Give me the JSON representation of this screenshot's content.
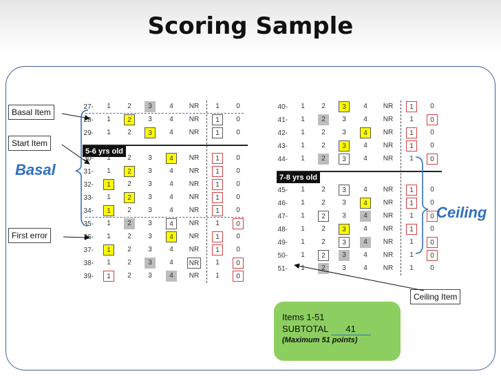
{
  "title": "Scoring Sample",
  "callouts": {
    "basal_item": "Basal Item",
    "start_item": "Start Item",
    "first_error": "First error",
    "ceiling_item": "Ceiling Item"
  },
  "labels": {
    "basal": "Basal",
    "ceiling": "Ceiling"
  },
  "age_labels": {
    "left": "5-6 yrs old",
    "right": "7-8 yrs old"
  },
  "score_options": [
    "1",
    "2",
    "3",
    "4",
    "NR",
    "1",
    "0"
  ],
  "left_items": [
    {
      "num": "27-",
      "marks": [
        "",
        "",
        "gray",
        "",
        "",
        "",
        ""
      ]
    },
    {
      "num": "28-",
      "marks": [
        "",
        "yellow",
        "",
        "",
        "",
        "box",
        ""
      ]
    },
    {
      "num": "29-",
      "marks": [
        "",
        "",
        "yellow",
        "",
        "",
        "box",
        ""
      ]
    },
    {
      "num": "30-",
      "marks": [
        "",
        "",
        "",
        "yellow",
        "",
        "red",
        ""
      ]
    },
    {
      "num": "31-",
      "marks": [
        "",
        "yellow",
        "",
        "",
        "",
        "red",
        ""
      ]
    },
    {
      "num": "32-",
      "marks": [
        "yellow",
        "",
        "",
        "",
        "",
        "red",
        ""
      ]
    },
    {
      "num": "33-",
      "marks": [
        "",
        "yellow",
        "",
        "",
        "",
        "red",
        ""
      ]
    },
    {
      "num": "34-",
      "marks": [
        "yellow",
        "",
        "",
        "",
        "",
        "red",
        ""
      ]
    },
    {
      "num": "35-",
      "marks": [
        "",
        "gray",
        "",
        "box",
        "",
        "",
        "red"
      ]
    },
    {
      "num": "36-",
      "marks": [
        "",
        "",
        "",
        "yellow",
        "",
        "red",
        ""
      ]
    },
    {
      "num": "37-",
      "marks": [
        "yellow",
        "",
        "",
        "",
        "",
        "red",
        ""
      ]
    },
    {
      "num": "38-",
      "marks": [
        "",
        "",
        "gray",
        "",
        "box",
        "",
        "red"
      ]
    },
    {
      "num": "39-",
      "marks": [
        "red",
        "",
        "",
        "gray",
        "",
        "",
        "red"
      ]
    }
  ],
  "right_items": [
    {
      "num": "40-",
      "marks": [
        "",
        "",
        "yellow",
        "",
        "",
        "red",
        ""
      ]
    },
    {
      "num": "41-",
      "marks": [
        "",
        "gray",
        "",
        "",
        "",
        "",
        "red"
      ]
    },
    {
      "num": "42-",
      "marks": [
        "",
        "",
        "",
        "yellow",
        "",
        "red",
        ""
      ]
    },
    {
      "num": "43-",
      "marks": [
        "",
        "",
        "yellow",
        "",
        "",
        "red",
        ""
      ]
    },
    {
      "num": "44-",
      "marks": [
        "",
        "gray",
        "box",
        "",
        "",
        "",
        "red"
      ]
    },
    {
      "num": "45-",
      "marks": [
        "",
        "",
        "box",
        "",
        "",
        "red",
        ""
      ]
    },
    {
      "num": "46-",
      "marks": [
        "",
        "",
        "",
        "yellow",
        "",
        "red",
        ""
      ]
    },
    {
      "num": "47-",
      "marks": [
        "",
        "box",
        "",
        "gray",
        "",
        "",
        "red"
      ]
    },
    {
      "num": "48-",
      "marks": [
        "",
        "",
        "yellow",
        "",
        "",
        "red",
        ""
      ]
    },
    {
      "num": "49-",
      "marks": [
        "",
        "",
        "box",
        "gray",
        "",
        "",
        "red"
      ]
    },
    {
      "num": "50-",
      "marks": [
        "",
        "box",
        "gray",
        "",
        "",
        "",
        "red"
      ]
    },
    {
      "num": "51-",
      "marks": [
        "",
        "gray",
        "",
        "",
        "",
        "",
        ""
      ]
    }
  ],
  "subtotal": {
    "items": "Items 1-51",
    "label": "SUBTOTAL",
    "value": "41",
    "max": "(Maximum 51 points)"
  }
}
